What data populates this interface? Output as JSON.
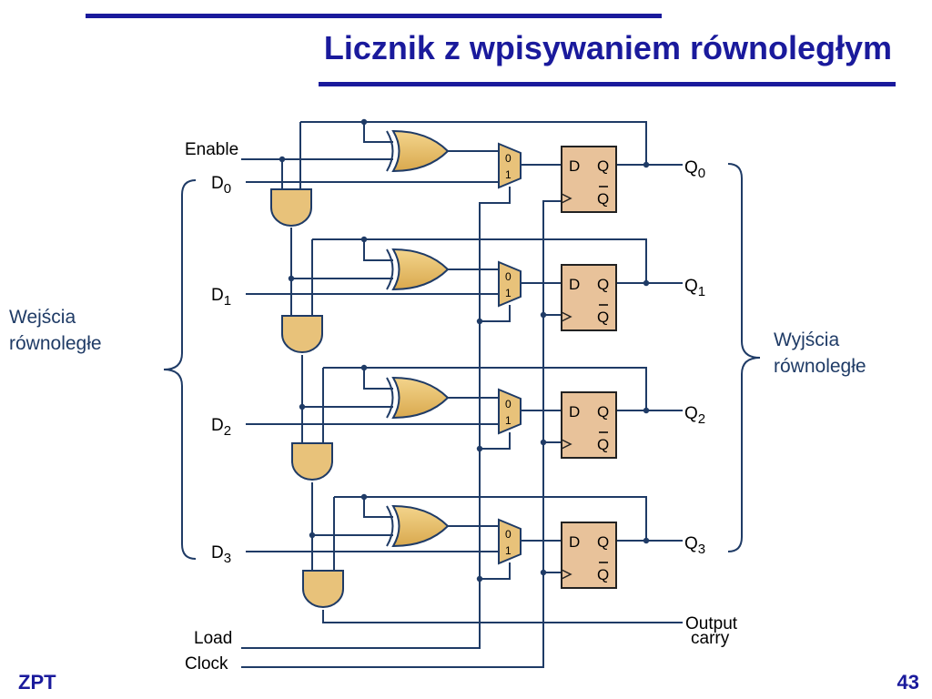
{
  "title": "Licznik z wpisywaniem równoległym",
  "colors": {
    "title": "#1a1a9c",
    "wire": "#1f3b66",
    "gate_fill": "#e8c27a",
    "ff_fill": "#e8c29a"
  },
  "inputs_label": {
    "line1": "Wejścia",
    "line2": "równoległe"
  },
  "outputs_label": {
    "line1": "Wyjścia",
    "line2": "równoległe"
  },
  "signals": {
    "enable": "Enable",
    "load": "Load",
    "clock": "Clock",
    "output_carry_line1": "Output",
    "output_carry_line2": "carry"
  },
  "stages": [
    {
      "input_base": "D",
      "input_sub": "0",
      "output_base": "Q",
      "output_sub": "0"
    },
    {
      "input_base": "D",
      "input_sub": "1",
      "output_base": "Q",
      "output_sub": "1"
    },
    {
      "input_base": "D",
      "input_sub": "2",
      "output_base": "Q",
      "output_sub": "2"
    },
    {
      "input_base": "D",
      "input_sub": "3",
      "output_base": "Q",
      "output_sub": "3"
    }
  ],
  "mux_labels": {
    "in0": "0",
    "in1": "1"
  },
  "ff_labels": {
    "d": "D",
    "q": "Q",
    "qbar": "Q"
  },
  "footer": {
    "left": "ZPT",
    "right": "43"
  }
}
